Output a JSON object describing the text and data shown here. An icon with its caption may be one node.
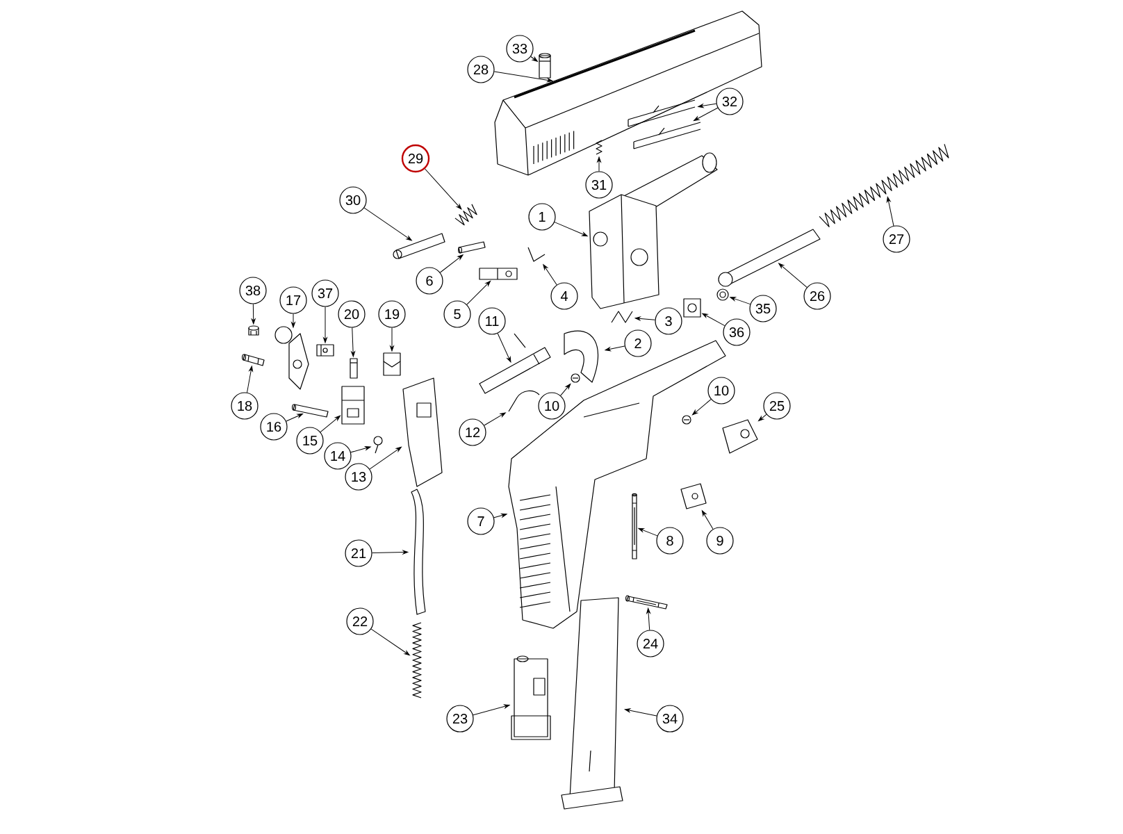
{
  "diagram": {
    "nodes": [
      {
        "text": [
          "33"
        ]
      },
      {
        "text": [
          "28"
        ]
      },
      {
        "text": [
          "32"
        ]
      },
      {
        "text": [
          "29"
        ]
      },
      {
        "text": [
          "31"
        ]
      },
      {
        "text": [
          "30"
        ]
      },
      {
        "text": [
          "1"
        ]
      },
      {
        "text": [
          "27"
        ]
      },
      {
        "text": [
          "6"
        ]
      },
      {
        "text": [
          "38"
        ]
      },
      {
        "text": [
          "37"
        ]
      },
      {
        "text": [
          "4"
        ]
      },
      {
        "text": [
          "26"
        ]
      },
      {
        "text": [
          "17"
        ]
      },
      {
        "text": [
          "35"
        ]
      },
      {
        "text": [
          "5"
        ]
      },
      {
        "text": [
          "20"
        ]
      },
      {
        "text": [
          "19"
        ]
      },
      {
        "text": [
          "3"
        ]
      },
      {
        "text": [
          "11"
        ]
      },
      {
        "text": [
          "36"
        ]
      },
      {
        "text": [
          "2"
        ]
      },
      {
        "text": [
          "10"
        ]
      },
      {
        "text": [
          "18"
        ]
      },
      {
        "text": [
          "10"
        ]
      },
      {
        "text": [
          "25"
        ]
      },
      {
        "text": [
          "16"
        ]
      },
      {
        "text": [
          "12"
        ]
      },
      {
        "text": [
          "15"
        ]
      },
      {
        "text": [
          "14"
        ]
      },
      {
        "text": [
          "13"
        ]
      },
      {
        "text": [
          "7"
        ]
      },
      {
        "text": [
          "8"
        ]
      },
      {
        "text": [
          "9"
        ]
      },
      {
        "text": [
          "21"
        ]
      },
      {
        "text": [
          "22"
        ]
      },
      {
        "text": [
          "24"
        ]
      },
      {
        "text": [
          "23"
        ]
      },
      {
        "text": [
          "34"
        ]
      },
      {
        "text": [],
        "shape": "picture"
      },
      {
        "text": [],
        "shape": "picture"
      },
      {
        "text": [],
        "shape": "picture"
      },
      {
        "text": [],
        "shape": "picture"
      },
      {
        "text": [],
        "shape": "picture"
      },
      {
        "text": [],
        "shape": "picture"
      },
      {
        "text": [],
        "shape": "picture"
      },
      {
        "text": [],
        "shape": "picture"
      },
      {
        "text": [],
        "shape": "picture"
      },
      {
        "text": [],
        "shape": "picture"
      },
      {
        "text": [],
        "shape": "picture"
      },
      {
        "text": [],
        "shape": "picture"
      },
      {
        "text": [],
        "shape": "picture"
      },
      {
        "text": [],
        "shape": "picture"
      },
      {
        "text": [],
        "shape": "picture"
      },
      {
        "text": [],
        "shape": "picture"
      },
      {
        "text": [],
        "shape": "picture"
      },
      {
        "text": [],
        "shape": "picture"
      },
      {
        "text": [],
        "shape": "picture"
      },
      {
        "text": [],
        "shape": "picture"
      },
      {
        "text": [],
        "shape": "picture"
      },
      {
        "text": [],
        "shape": "picture"
      },
      {
        "text": [],
        "shape": "picture"
      },
      {
        "text": [],
        "shape": "picture"
      },
      {
        "text": [],
        "shape": "picture"
      },
      {
        "text": [],
        "shape": "picture"
      },
      {
        "text": [],
        "shape": "picture"
      },
      {
        "text": [],
        "shape": "picture"
      },
      {
        "text": [],
        "shape": "picture"
      },
      {
        "text": [],
        "shape": "picture"
      },
      {
        "text": [],
        "shape": "picture"
      },
      {
        "text": [],
        "shape": "picture"
      },
      {
        "text": [],
        "shape": "picture"
      },
      {
        "text": [],
        "shape": "picture"
      },
      {
        "text": [],
        "shape": "picture"
      },
      {
        "text": [],
        "shape": "picture"
      },
      {
        "text": [],
        "shape": "picture"
      },
      {
        "text": [],
        "shape": "picture"
      },
      {
        "text": [],
        "shape": "picture"
      },
      {
        "text": [],
        "shape": "picture"
      }
    ],
    "edges": [
      {
        "from": 0,
        "to": 39,
        "arrow": "to"
      },
      {
        "from": 1,
        "to": 40,
        "arrow": "to"
      },
      {
        "from": 2,
        "to": 41,
        "arrow": "to"
      },
      {
        "from": 2,
        "to": 42,
        "arrow": "to"
      },
      {
        "from": 3,
        "to": 43,
        "arrow": "to"
      },
      {
        "from": 4,
        "to": 44,
        "arrow": "to"
      },
      {
        "from": 5,
        "to": 45,
        "arrow": "to"
      },
      {
        "from": 6,
        "to": 46,
        "arrow": "to"
      },
      {
        "from": 7,
        "to": 47,
        "arrow": "to"
      },
      {
        "from": 8,
        "to": 48,
        "arrow": "to"
      },
      {
        "from": 9,
        "to": 49,
        "arrow": "to"
      },
      {
        "from": 10,
        "to": 50,
        "arrow": "to"
      },
      {
        "from": 11,
        "to": 51,
        "arrow": "to"
      },
      {
        "from": 12,
        "to": 52,
        "arrow": "to"
      },
      {
        "from": 13,
        "to": 53,
        "arrow": "to"
      },
      {
        "from": 14,
        "to": 54,
        "arrow": "to"
      },
      {
        "from": 15,
        "to": 55,
        "arrow": "to"
      },
      {
        "from": 16,
        "to": 56,
        "arrow": "to"
      },
      {
        "from": 17,
        "to": 57,
        "arrow": "to"
      },
      {
        "from": 18,
        "to": 58,
        "arrow": "to"
      },
      {
        "from": 19,
        "to": 59,
        "arrow": "to"
      },
      {
        "from": 20,
        "to": 60,
        "arrow": "to"
      },
      {
        "from": 21,
        "to": 61,
        "arrow": "to"
      },
      {
        "from": 22,
        "to": 62,
        "arrow": "to"
      },
      {
        "from": 23,
        "to": 63,
        "arrow": "to"
      },
      {
        "from": 24,
        "to": 64,
        "arrow": "to"
      },
      {
        "from": 25,
        "to": 65,
        "arrow": "to"
      },
      {
        "from": 26,
        "to": 66,
        "arrow": "to"
      },
      {
        "from": 27,
        "to": 67,
        "arrow": "to"
      },
      {
        "from": 28,
        "to": 68,
        "arrow": "to"
      },
      {
        "from": 29,
        "to": 69,
        "arrow": "to"
      },
      {
        "from": 30,
        "to": 70,
        "arrow": "to"
      },
      {
        "from": 31,
        "to": 71,
        "arrow": "to"
      },
      {
        "from": 32,
        "to": 72,
        "arrow": "to"
      },
      {
        "from": 33,
        "to": 73,
        "arrow": "to"
      },
      {
        "from": 34,
        "to": 74,
        "arrow": "to"
      },
      {
        "from": 35,
        "to": 75,
        "arrow": "to"
      },
      {
        "from": 36,
        "to": 76,
        "arrow": "to"
      },
      {
        "from": 37,
        "to": 77,
        "arrow": "to"
      },
      {
        "from": 38,
        "to": 78,
        "arrow": "to"
      }
    ]
  }
}
